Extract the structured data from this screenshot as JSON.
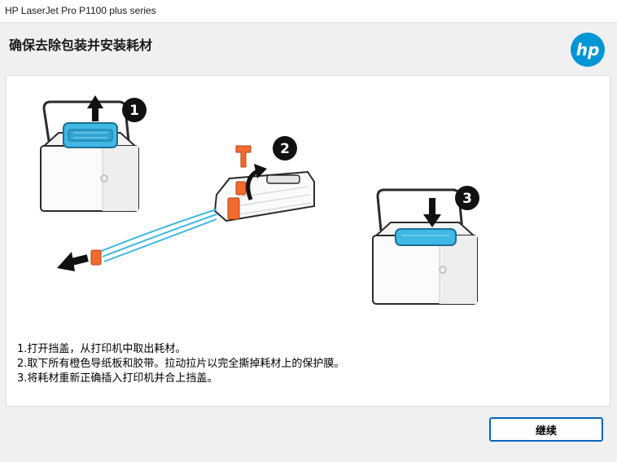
{
  "window": {
    "title": "HP LaserJet Pro P1100 plus series"
  },
  "header": {
    "title": "确保去除包装并安装耗材",
    "logo_text": "hp"
  },
  "illustration": {
    "step_badges": [
      "1",
      "2",
      "3"
    ]
  },
  "steps": [
    "1.打开挡盖，从打印机中取出耗材。",
    "2.取下所有橙色导纸板和胶带。拉动拉片以完全撕掉耗材上的保护膜。",
    "3.将耗材重新正确插入打印机并合上挡盖。"
  ],
  "footer": {
    "continue_label": "继续"
  },
  "colors": {
    "hp_blue": "#0096d6",
    "cartridge_blue": "#3fb8e6",
    "orange": "#f26a2e",
    "accent": "#0067c0"
  }
}
